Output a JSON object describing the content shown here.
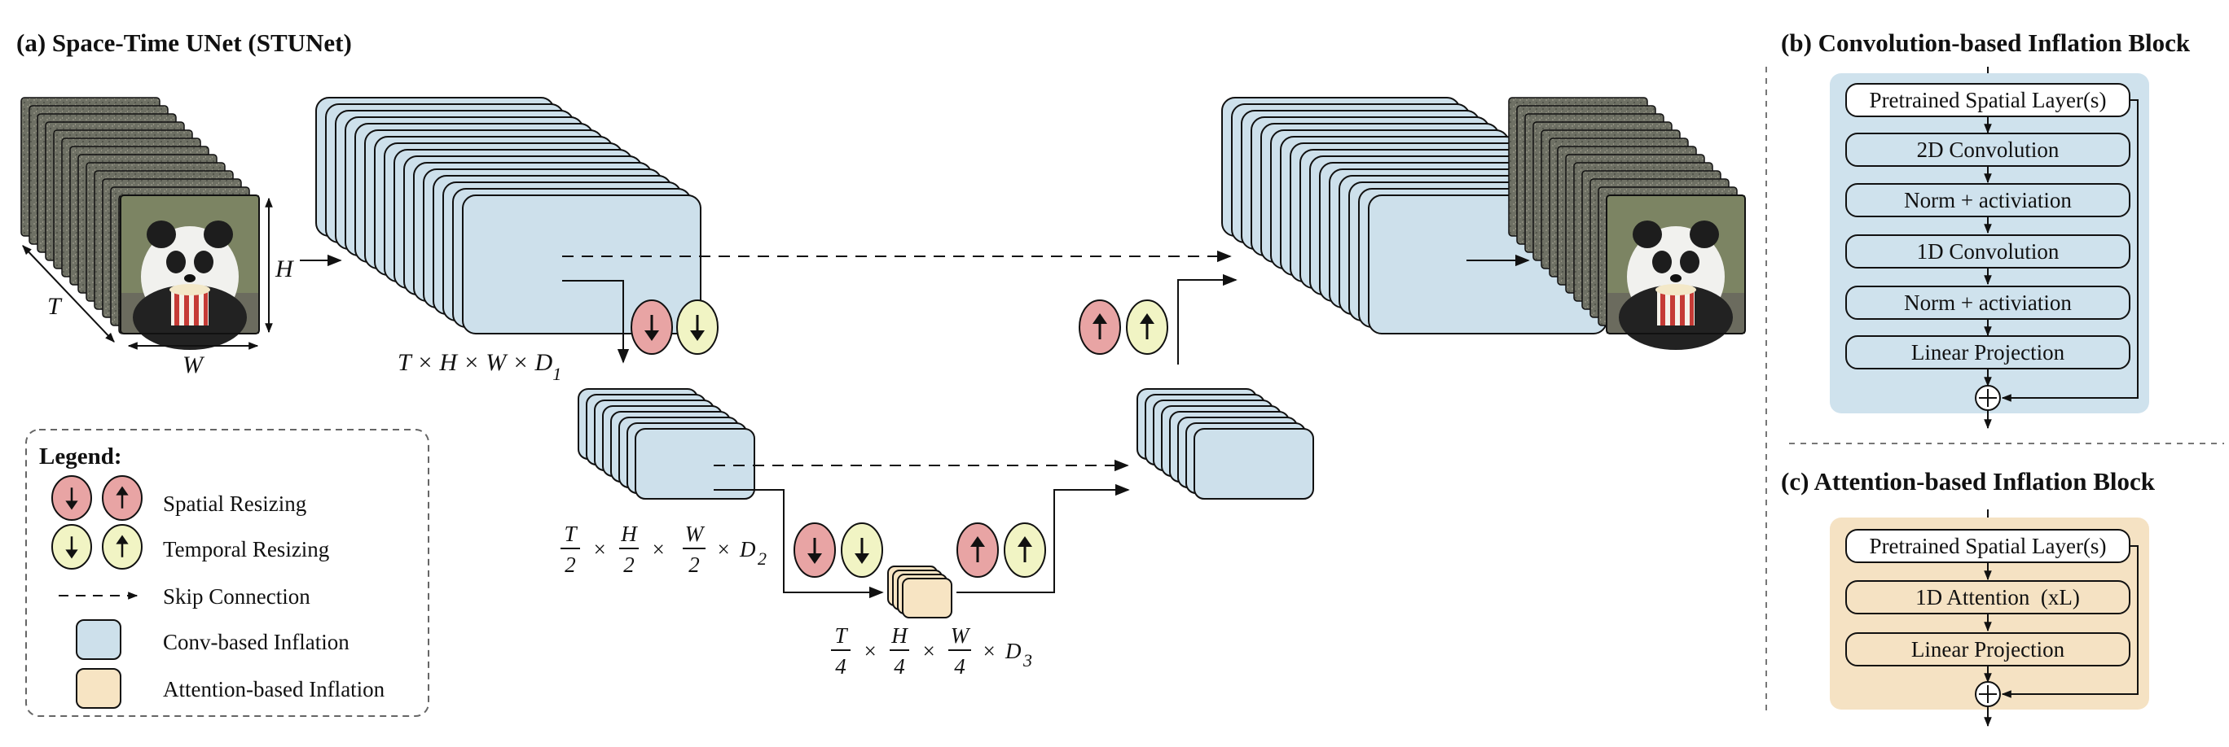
{
  "panel_a": {
    "title": "(a) Space-Time UNet (STUNet)",
    "input_axes": {
      "t": "T",
      "h": "H",
      "w": "W"
    },
    "level1_dims": {
      "main": "T × H × W × D",
      "sub": "1"
    },
    "level2_dims": {
      "t_num": "T",
      "t_den": "2",
      "h_num": "H",
      "h_den": "2",
      "w_num": "W",
      "w_den": "2",
      "d": "D",
      "sub": "2",
      "times": "×"
    },
    "level3_dims": {
      "t_num": "T",
      "t_den": "4",
      "h_num": "H",
      "h_den": "4",
      "w_num": "W",
      "w_den": "4",
      "d": "D",
      "sub": "3",
      "times": "×"
    }
  },
  "legend": {
    "title": "Legend:",
    "spatial": "Spatial Resizing",
    "temporal": "Temporal Resizing",
    "skip": "Skip Connection",
    "conv": "Conv-based Inflation",
    "attn": "Attention-based Inflation"
  },
  "panel_b": {
    "title": "(b) Convolution-based Inflation Block",
    "layers": [
      "Pretrained Spatial Layer(s)",
      "2D Convolution",
      "Norm + activiation",
      "1D Convolution",
      "Norm + activiation",
      "Linear Projection"
    ]
  },
  "panel_c": {
    "title": "(c) Attention-based Inflation Block",
    "layers": [
      "Pretrained Spatial Layer(s)",
      "1D Attention  (xL)",
      "Linear Projection"
    ]
  },
  "colors": {
    "conv_fill": "#cde0eb",
    "attn_fill": "#f7e4c3",
    "spatial_red": "#e8a4a4",
    "temporal_yellow": "#f1f4c4",
    "block_bg_b": "#cfe2ed",
    "block_bg_c": "#f5e2c3"
  }
}
